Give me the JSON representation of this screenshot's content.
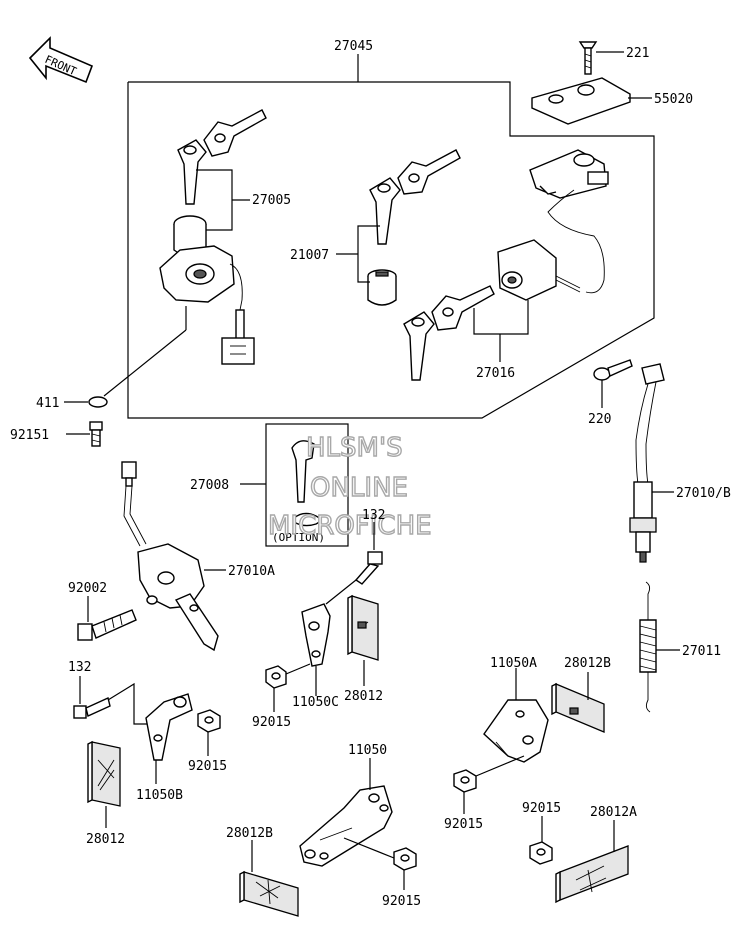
{
  "front_arrow": {
    "label": "FRONT"
  },
  "watermark": {
    "line1": "HLSM'S",
    "line2": "ONLINE",
    "line3": "MICROFICHE"
  },
  "labels": {
    "p27045": "27045",
    "p221": "221",
    "p55020": "55020",
    "p27005": "27005",
    "p21007": "21007",
    "p27016": "27016",
    "p411": "411",
    "p92151": "92151",
    "p220": "220",
    "p27008": "27008",
    "option": "(OPTION)",
    "p132a": "132",
    "p27010b": "27010/B",
    "p27010a": "27010A",
    "p92002": "92002",
    "p28012a_top": "28012",
    "p11050c": "11050C",
    "p92015a": "92015",
    "p11050a": "11050A",
    "p28012b_right": "28012B",
    "p27011": "27011",
    "p132b": "132",
    "p92015b": "92015",
    "p11050b": "11050B",
    "p28012_left": "28012",
    "p11050": "11050",
    "p28012b_bottom": "28012B",
    "p92015c": "92015",
    "p92015d": "92015",
    "p92015e": "92015",
    "p28012a": "28012A"
  }
}
